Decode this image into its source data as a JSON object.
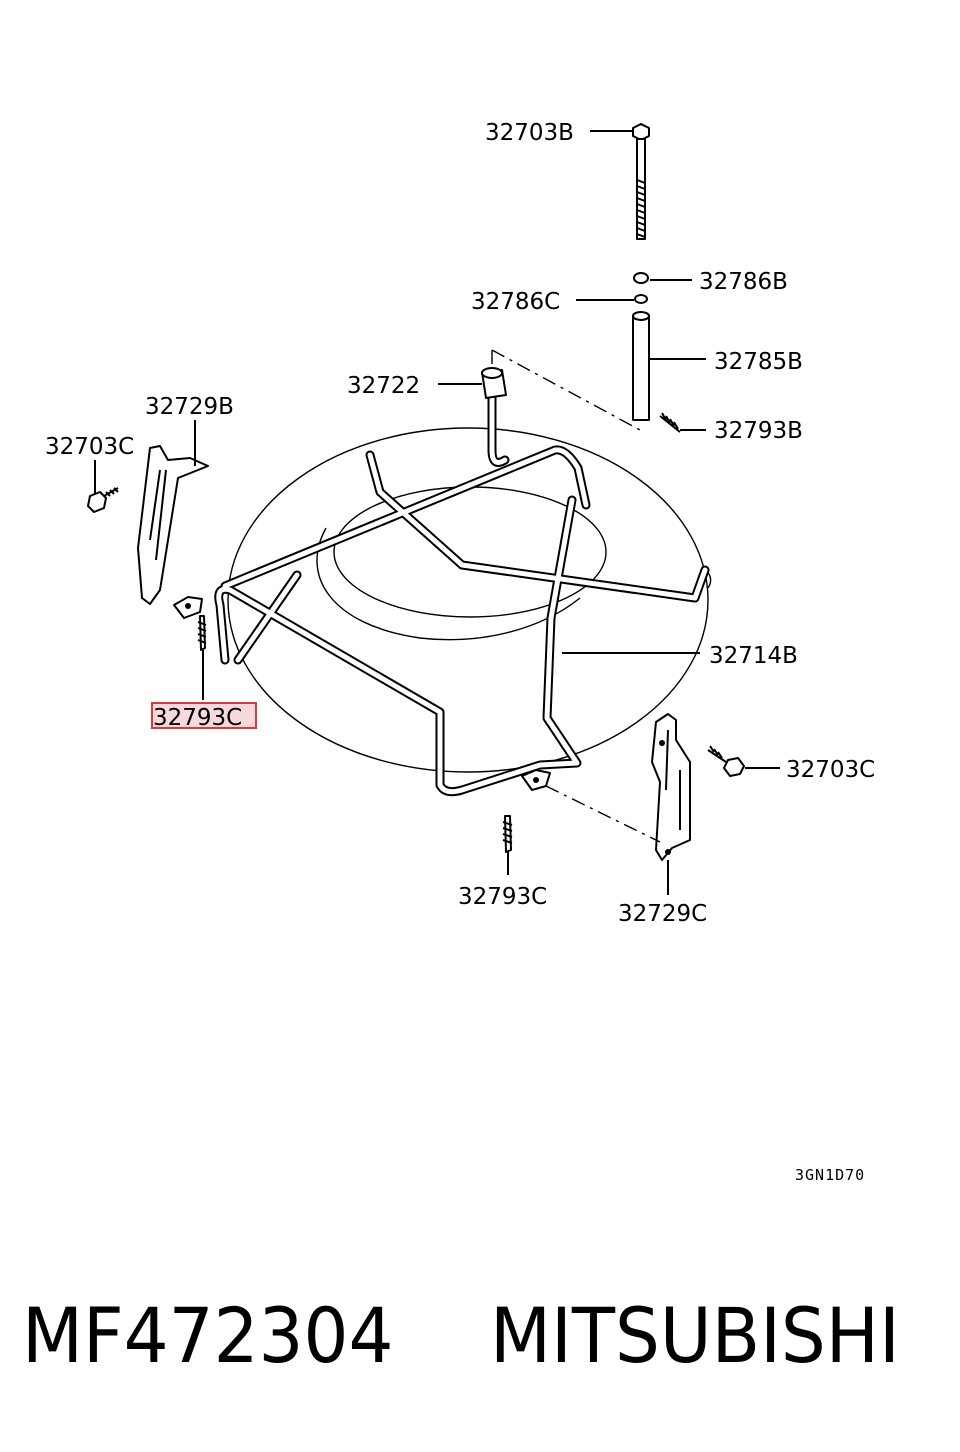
{
  "labels": {
    "bolt_top": "32703B",
    "washer_upper": "32786B",
    "washer_lower": "32786C",
    "spacer": "32785B",
    "pin_right": "32793B",
    "hook": "32722",
    "bracket_left": "32729B",
    "bolt_left": "32703C",
    "carrier": "32714B",
    "pin_left_highlighted": "32793C",
    "bolt_right": "32703C",
    "pin_bottom": "32793C",
    "bracket_right": "32729C"
  },
  "diagram_code": "3GN1D70",
  "footer": {
    "part_number": "MF472304",
    "brand": "MITSUBISHI"
  },
  "colors": {
    "highlight_border": "#d63a3a",
    "highlight_fill": "#f7d8dc"
  }
}
